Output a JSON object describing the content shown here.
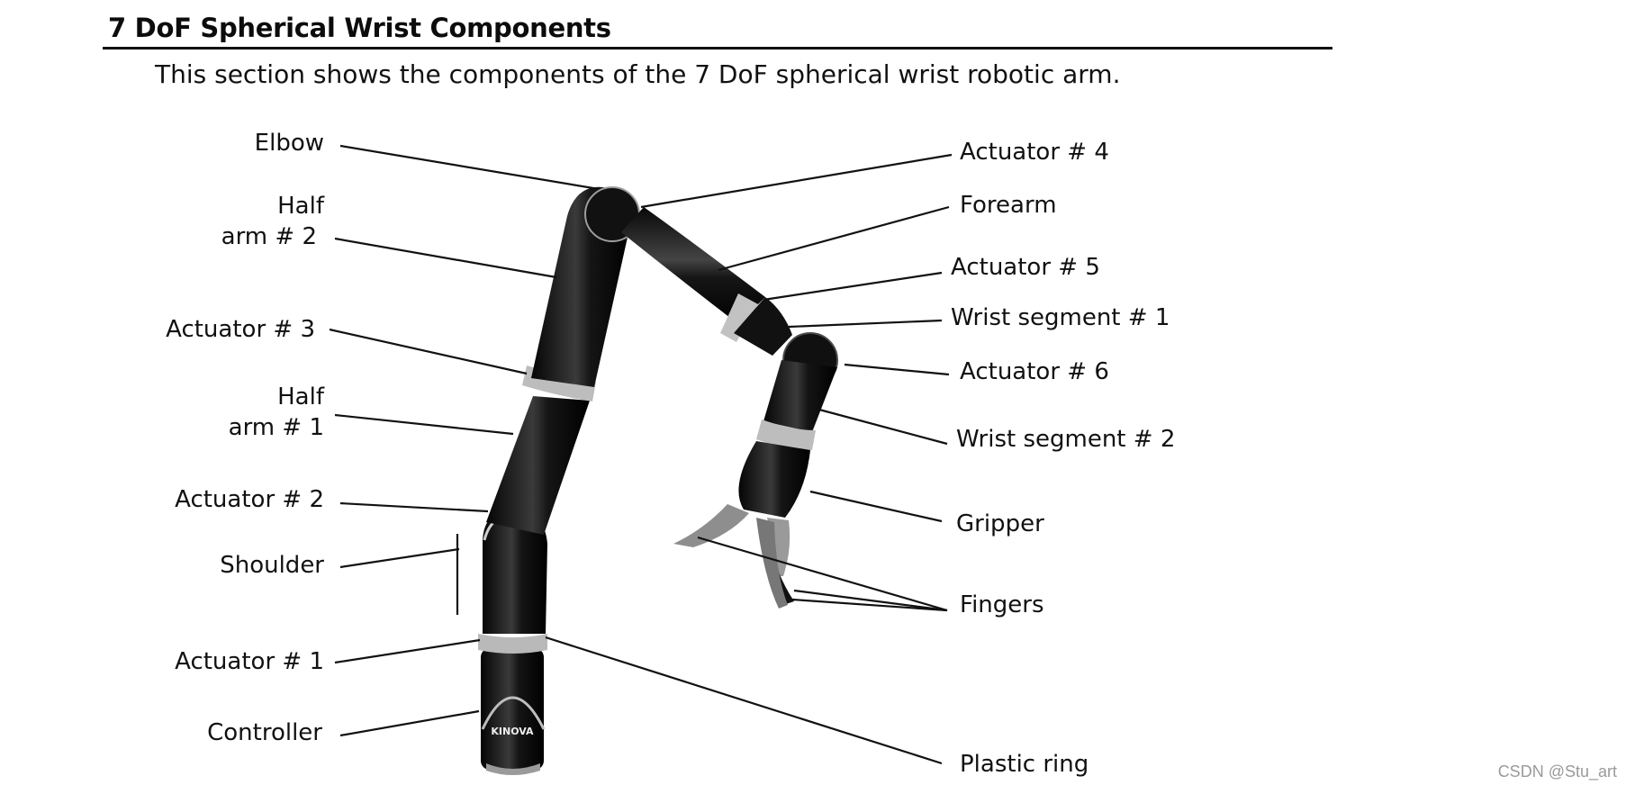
{
  "document": {
    "title": "7 DoF Spherical Wrist Components",
    "intro": "This section shows the components of the 7 DoF spherical wrist robotic arm."
  },
  "figure": {
    "logo_text": "KINOVA",
    "left_labels": [
      {
        "lines": [
          "Elbow"
        ]
      },
      {
        "lines": [
          "Half",
          "arm # 2"
        ]
      },
      {
        "lines": [
          "Actuator # 3"
        ]
      },
      {
        "lines": [
          "Half",
          "arm # 1"
        ]
      },
      {
        "lines": [
          "Actuator # 2"
        ]
      },
      {
        "lines": [
          "Shoulder"
        ]
      },
      {
        "lines": [
          "Actuator # 1"
        ]
      },
      {
        "lines": [
          "Controller"
        ]
      }
    ],
    "right_labels": [
      {
        "text": "Actuator # 4"
      },
      {
        "text": "Forearm"
      },
      {
        "text": "Actuator # 5"
      },
      {
        "text": "Wrist segment # 1"
      },
      {
        "text": "Actuator # 6"
      },
      {
        "text": "Wrist segment # 2"
      },
      {
        "text": "Gripper"
      },
      {
        "text": "Fingers"
      },
      {
        "text": "Plastic ring"
      }
    ]
  },
  "watermark": "CSDN @Stu_art"
}
